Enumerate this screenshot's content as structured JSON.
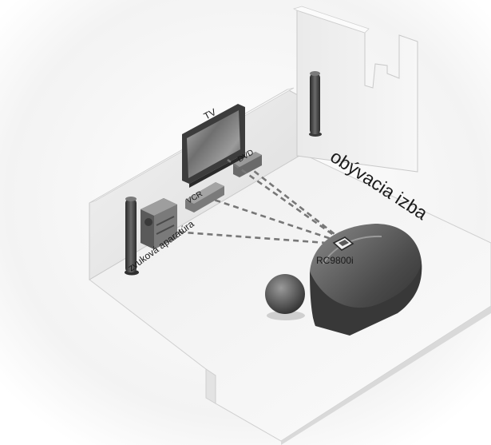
{
  "labels": {
    "room": "obývacia izba",
    "remote": "RC9800i",
    "tv": "TV",
    "vcr": "VCR",
    "dvd": "DVD",
    "audio": "zvuková aparatúra"
  },
  "colors": {
    "floor": "#f7f7f7",
    "wall_left": "#e9e9e9",
    "wall_right": "#f1f1f1",
    "wall_edge": "#c9c9c9",
    "dark_object": "#555555",
    "signal_line": "#777777",
    "label_text": "#1a1a1a"
  },
  "icons": [
    "tv-icon",
    "vcr-icon",
    "dvd-icon",
    "audio-system-icon",
    "speaker-icon",
    "remote-control-icon",
    "sofa-icon",
    "ottoman-icon"
  ]
}
